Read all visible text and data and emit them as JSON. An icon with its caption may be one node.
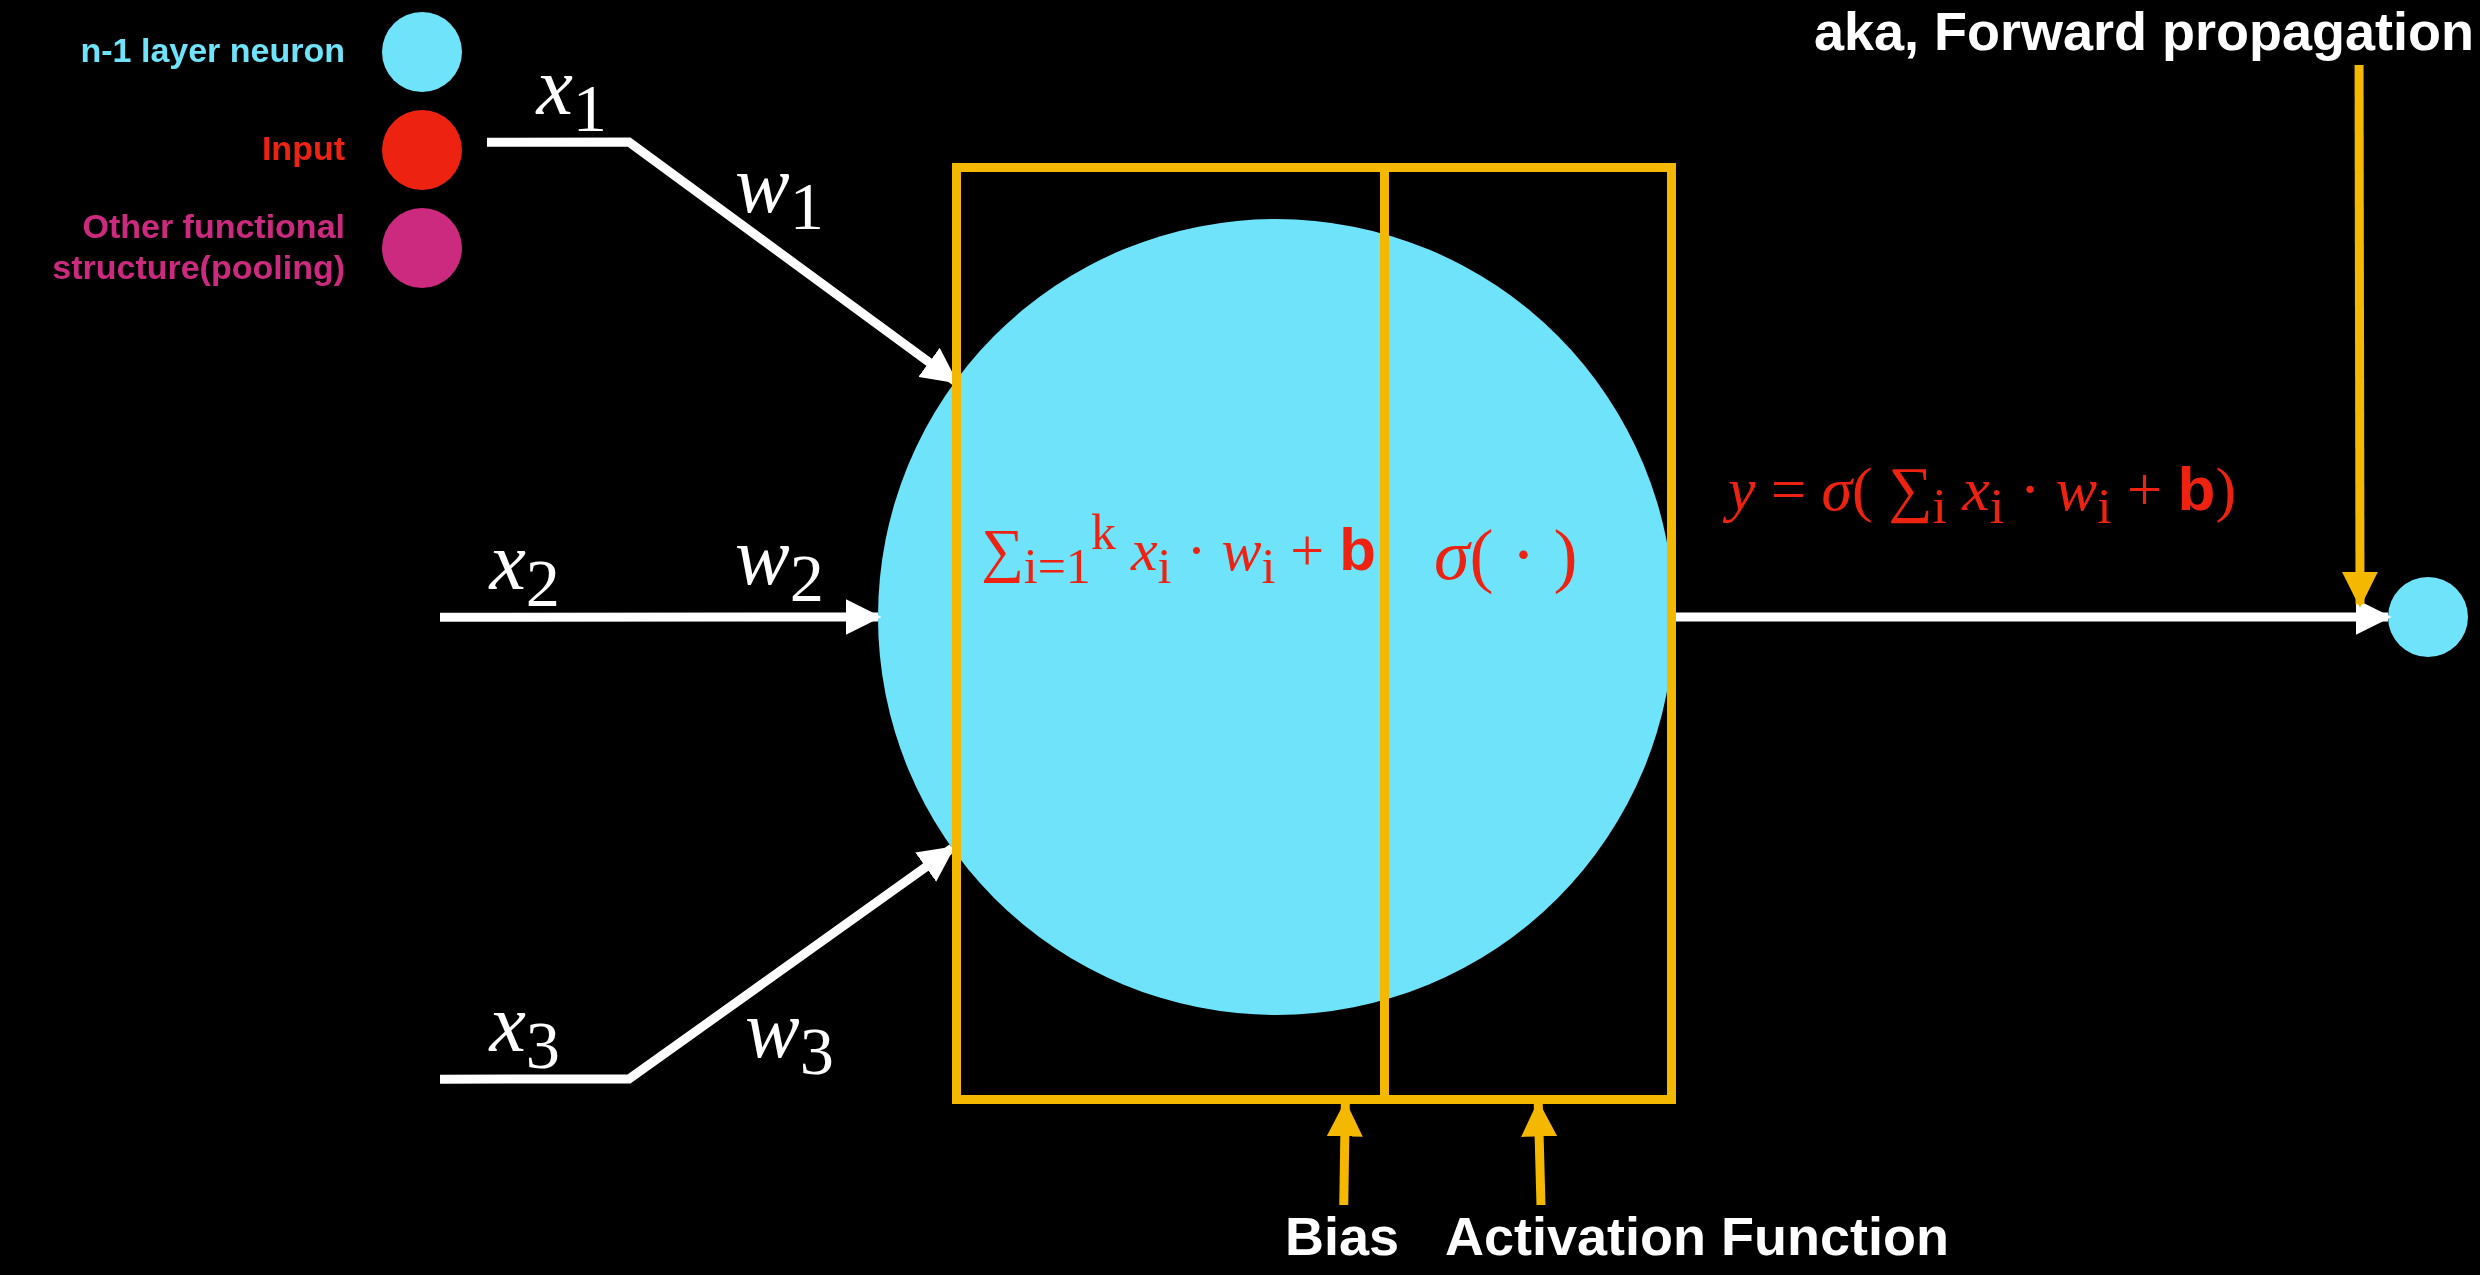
{
  "diagram": {
    "nodes": [
      {
        "text": [
          "*x*$_{1}$"
        ]
      },
      {
        "text": [
          "*x*$_{2}$"
        ]
      },
      {
        "text": [
          "*x*$_{3}$"
        ]
      },
      {
        "text": [],
        "shape": "circle"
      },
      {
        "text": [
          "∑$_{i=1}$$^{k}$ *x*$_{i}$ · *w*$_{i}$ + **b**"
        ]
      },
      {
        "text": [
          "*σ*( · )"
        ]
      },
      {
        "text": [],
        "shape": "circle"
      },
      {
        "text": [
          "Bias"
        ]
      },
      {
        "text": [
          "Activation Function"
        ]
      },
      {
        "text": [
          "aka, Forward propagation"
        ]
      }
    ],
    "edges": [
      {
        "from": 0,
        "to": 3,
        "arrow": "to",
        "label": "*w*$_{1}$"
      },
      {
        "from": 1,
        "to": 3,
        "arrow": "to",
        "label": "*w*$_{2}$"
      },
      {
        "from": 2,
        "to": 3,
        "arrow": "to",
        "label": "*w*$_{3}$"
      },
      {
        "from": 3,
        "to": 6,
        "arrow": "to",
        "label": "*y* = *σ*( ∑$_{i}$ *x*$_{i}$ · *w*$_{i}$ + **b**)"
      },
      {
        "from": 7,
        "to": 4,
        "arrow": "to",
        "color": "#f5b800"
      },
      {
        "from": 8,
        "to": 5,
        "arrow": "to",
        "color": "#f5b800"
      },
      {
        "from": 9,
        "to": 6,
        "arrow": "to",
        "color": "#f5b800"
      }
    ],
    "legend": [
      {
        "text": "n-1 layer neuron",
        "color": "#6fe3fa"
      },
      {
        "text": "Input",
        "color": "#ee2211"
      },
      {
        "text": "Other functional structure(pooling)",
        "color": "#cc2a7f"
      }
    ]
  }
}
